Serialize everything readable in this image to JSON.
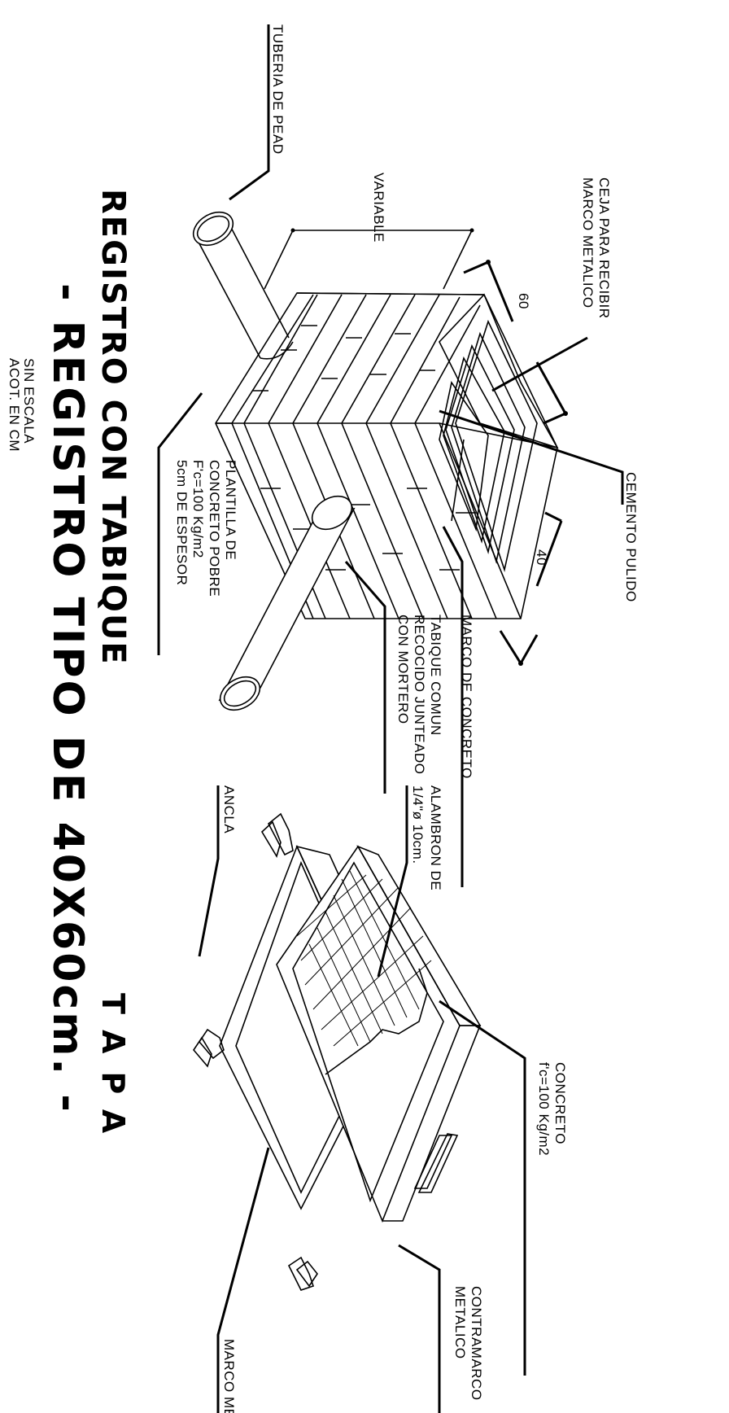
{
  "labels": {
    "tuberia": "TUBERIA DE PEAD",
    "variable": "VARIABLE",
    "ceja_1": "CEJA PARA RECIBIR",
    "ceja_2": "MARCO METALICO",
    "dim_60": "60",
    "dim_40": "40",
    "cemento": "CEMENTO PULIDO",
    "plantilla_1": "PLANTILLA DE",
    "plantilla_2": "CONCRETO POBRE",
    "plantilla_3": "F'c=100 Kg/m2",
    "plantilla_4": "5cm DE ESPESOR",
    "marco_concreto": "MARCO DE CONCRETO",
    "tabique_1": "TABIQUE COMUN",
    "tabique_2": "RECOCIDO JUNTEADO",
    "tabique_3": "CON MORTERO",
    "alambron_1": "ALAMBRON DE",
    "alambron_2": "1/4\"ø 10cm.",
    "ancla": "ANCLA",
    "concreto_1": "CONCRETO",
    "concreto_2": "f'c=100 Kg/m2",
    "marco_metalico": "MARCO METALICO",
    "contramarco_1": "CONTRAMARCO",
    "contramarco_2": "METALICO"
  },
  "titles": {
    "main": "REGISTRO CON TABIQUE",
    "tapa": "TAPA",
    "sub": "- REGISTRO TIPO DE 40X60cm. -",
    "scale": "SIN ESCALA",
    "units": "ACOT. EN CM"
  }
}
